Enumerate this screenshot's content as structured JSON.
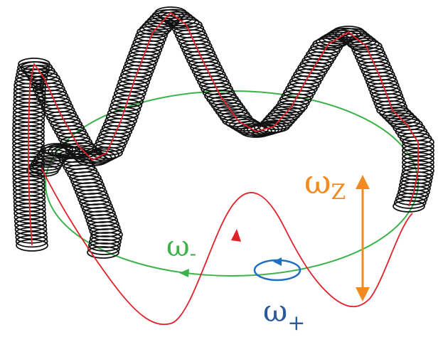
{
  "labels": {
    "omega_z": {
      "symbol": "ω",
      "subscript": "Z",
      "color": "#f28a1f"
    },
    "omega_minus": {
      "symbol": "ω",
      "subscript": "-",
      "color": "#3cb34a"
    },
    "omega_plus": {
      "symbol": "ω",
      "subscript": "+",
      "color": "#2b5a9a"
    }
  },
  "colors": {
    "axial_oscillation": "#e0222a",
    "magnetron_orbit": "#3cb34a",
    "cyclotron_spiral": "#111111",
    "axial_arrow": "#f28a1f",
    "cyclotron_loop": "#1e6fc0"
  }
}
